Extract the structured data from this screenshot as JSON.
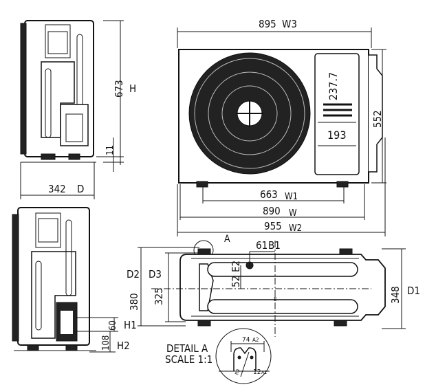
{
  "side_view": {
    "height_value": "673",
    "height_label": "H",
    "foot_value": "11",
    "depth_value": "342",
    "depth_label": "D"
  },
  "front_view": {
    "top_value": "895",
    "top_label": "W3",
    "panel_height_value": "237.7",
    "panel_width_value": "193",
    "height_value": "552",
    "w1_value": "663",
    "w1_label": "W1",
    "w_value": "890",
    "w_label": "W",
    "w2_value": "955",
    "w2_label": "W2"
  },
  "rear_view": {
    "h1_value": "60",
    "h1_label": "H1",
    "h2_value": "108",
    "h2_label": "H2"
  },
  "top_view": {
    "detail_marker": "A",
    "b1_value": "61",
    "b1_label": "B1",
    "e2_value": "52",
    "e2_label": "E2",
    "d2_value": "380",
    "d2_label": "D2",
    "d3_value": "325",
    "d3_label": "D3",
    "d1_value": "348",
    "d1_label": "D1",
    "center_mark": "E"
  },
  "detail": {
    "title": "DETAIL A",
    "scale": "SCALE 1:1",
    "a2_value": "74",
    "a2_label": "A2",
    "a1_value": "12",
    "a1_label": "A1",
    "radius_value": "R9"
  }
}
